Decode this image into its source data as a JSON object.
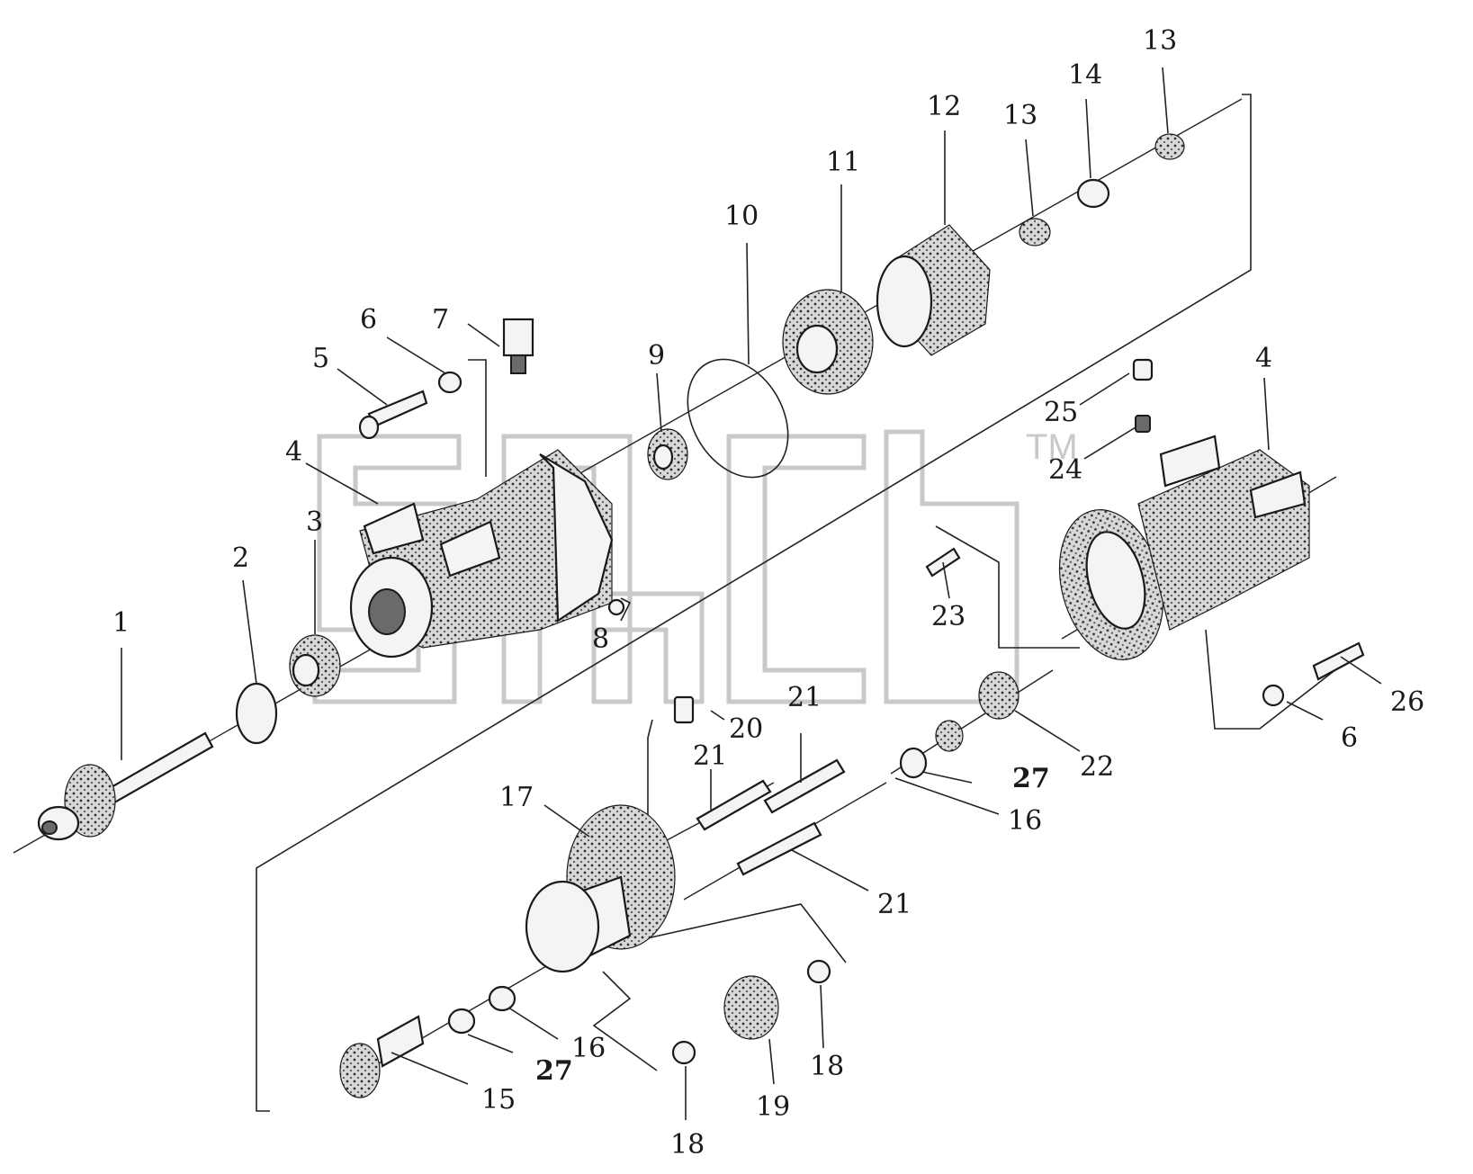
{
  "diagram": {
    "labels": {
      "l1": "1",
      "l2": "2",
      "l3": "3",
      "l4a": "4",
      "l4b": "4",
      "l5": "5",
      "l6a": "6",
      "l6b": "6",
      "l7": "7",
      "l8": "8",
      "l9": "9",
      "l10": "10",
      "l11": "11",
      "l12": "12",
      "l13a": "13",
      "l13b": "13",
      "l14": "14",
      "l15": "15",
      "l16a": "16",
      "l16b": "16",
      "l17": "17",
      "l18a": "18",
      "l18b": "18",
      "l19": "19",
      "l20": "20",
      "l21a": "21",
      "l21b": "21",
      "l21c": "21",
      "l22": "22",
      "l23": "23",
      "l24": "24",
      "l25": "25",
      "l26": "26",
      "l27a": "27",
      "l27b": "27"
    },
    "watermark": {
      "tm": "TM"
    }
  }
}
